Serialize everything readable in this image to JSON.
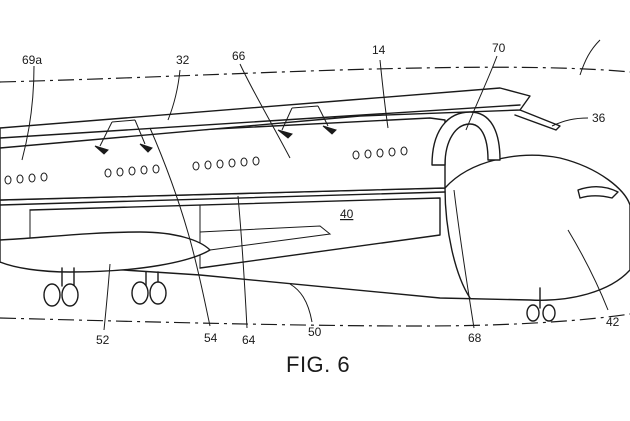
{
  "figure": {
    "caption": "FIG. 6",
    "references": [
      {
        "id": "r69a",
        "text": "69a"
      },
      {
        "id": "r32",
        "text": "32"
      },
      {
        "id": "r66",
        "text": "66"
      },
      {
        "id": "r14",
        "text": "14"
      },
      {
        "id": "r70",
        "text": "70"
      },
      {
        "id": "r36",
        "text": "36"
      },
      {
        "id": "r40",
        "text": "40"
      },
      {
        "id": "r52",
        "text": "52"
      },
      {
        "id": "r54",
        "text": "54"
      },
      {
        "id": "r64",
        "text": "64"
      },
      {
        "id": "r50",
        "text": "50"
      },
      {
        "id": "r68",
        "text": "68"
      },
      {
        "id": "r42",
        "text": "42"
      }
    ]
  }
}
